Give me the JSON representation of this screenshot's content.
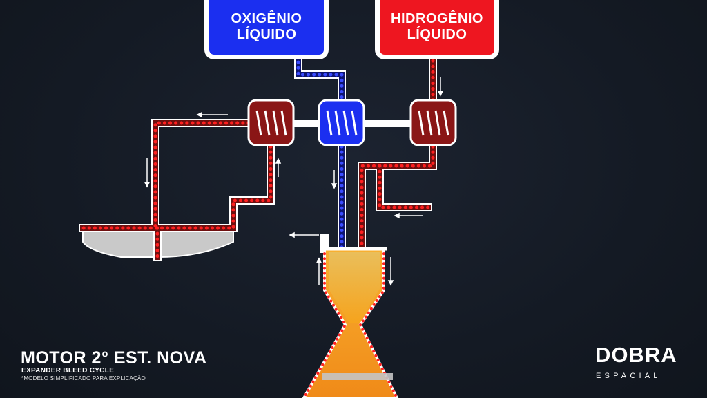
{
  "tanks": {
    "oxygen": {
      "line1": "OXIGÊNIO",
      "line2": "LÍQUIDO",
      "color": "#1b2ff0"
    },
    "hydrogen": {
      "line1": "HIDROGÊNIO",
      "line2": "LÍQUIDO",
      "color": "#ee1620"
    }
  },
  "footer": {
    "title": "MOTOR 2° EST. NOVA",
    "subtitle": "EXPANDER BLEED CYCLE",
    "note": "*MODELO SIMPLIFICADO PARA EXPLICAÇÃO"
  },
  "logo": {
    "word": "DOBRA",
    "sub": "ESPACIAL"
  },
  "colors": {
    "oxygen_line": "#2436e8",
    "hydrogen_line": "#e01a1a",
    "turbine": "#8a1616",
    "nozzle": "#f59a1c",
    "background": "#141a24"
  }
}
